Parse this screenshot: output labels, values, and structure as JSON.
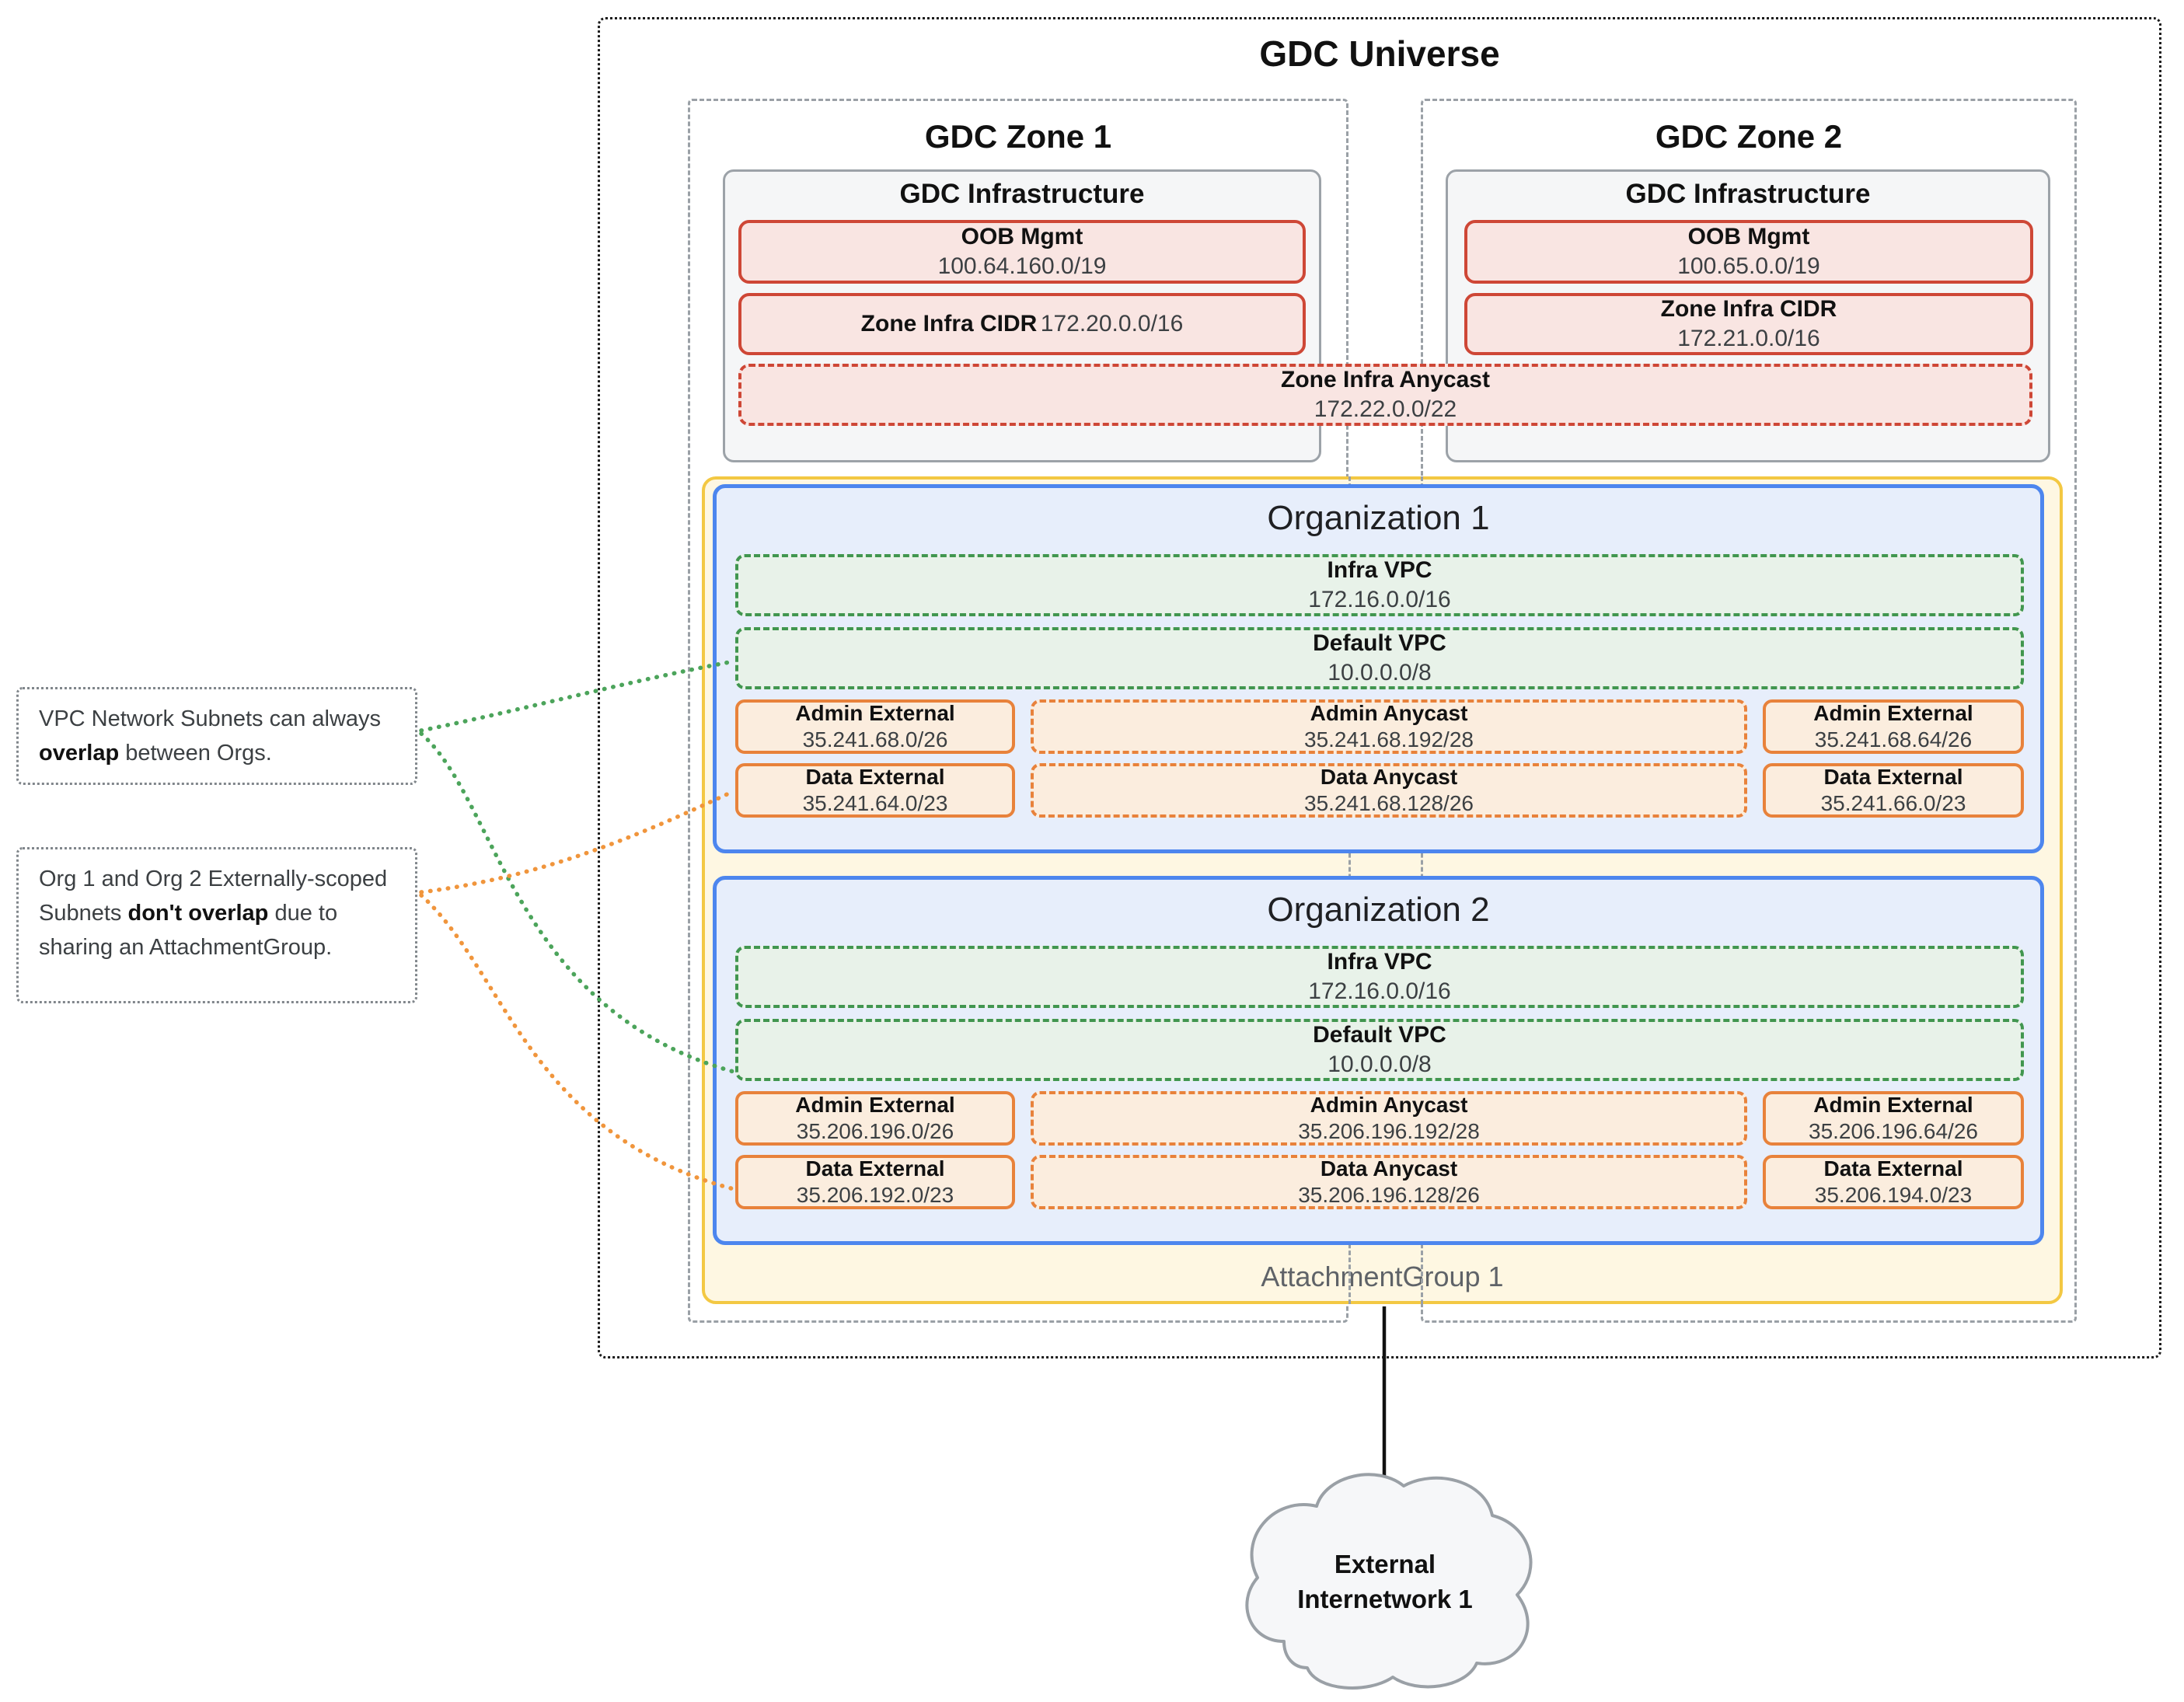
{
  "universe": {
    "title": "GDC Universe"
  },
  "zone1": {
    "title": "GDC Zone 1",
    "infra_title": "GDC Infrastructure",
    "oob_label": "OOB Mgmt",
    "oob_cidr": "100.64.160.0/19",
    "cidr_label": "Zone Infra CIDR",
    "cidr_value": "172.20.0.0/16"
  },
  "zone2": {
    "title": "GDC Zone 2",
    "infra_title": "GDC Infrastructure",
    "oob_label": "OOB Mgmt",
    "oob_cidr": "100.65.0.0/19",
    "cidr_label": "Zone Infra CIDR",
    "cidr_value": "172.21.0.0/16"
  },
  "zone_anycast": {
    "label": "Zone Infra Anycast",
    "cidr": "172.22.0.0/22"
  },
  "org1": {
    "title": "Organization 1",
    "infra_vpc_label": "Infra VPC",
    "infra_vpc_cidr": "172.16.0.0/16",
    "default_vpc_label": "Default VPC",
    "default_vpc_cidr": "10.0.0.0/8",
    "admin_ext_left_label": "Admin External",
    "admin_ext_left_cidr": "35.241.68.0/26",
    "admin_anycast_label": "Admin Anycast",
    "admin_anycast_cidr": "35.241.68.192/28",
    "admin_ext_right_label": "Admin External",
    "admin_ext_right_cidr": "35.241.68.64/26",
    "data_ext_left_label": "Data External",
    "data_ext_left_cidr": "35.241.64.0/23",
    "data_anycast_label": "Data Anycast",
    "data_anycast_cidr": "35.241.68.128/26",
    "data_ext_right_label": "Data External",
    "data_ext_right_cidr": "35.241.66.0/23"
  },
  "org2": {
    "title": "Organization 2",
    "infra_vpc_label": "Infra VPC",
    "infra_vpc_cidr": "172.16.0.0/16",
    "default_vpc_label": "Default VPC",
    "default_vpc_cidr": "10.0.0.0/8",
    "admin_ext_left_label": "Admin External",
    "admin_ext_left_cidr": "35.206.196.0/26",
    "admin_anycast_label": "Admin Anycast",
    "admin_anycast_cidr": "35.206.196.192/28",
    "admin_ext_right_label": "Admin External",
    "admin_ext_right_cidr": "35.206.196.64/26",
    "data_ext_left_label": "Data External",
    "data_ext_left_cidr": "35.206.192.0/23",
    "data_anycast_label": "Data Anycast",
    "data_anycast_cidr": "35.206.196.128/26",
    "data_ext_right_label": "Data External",
    "data_ext_right_cidr": "35.206.194.0/23"
  },
  "attachment_group": {
    "label": "AttachmentGroup 1"
  },
  "annotation_overlap": {
    "pre": "VPC Network Subnets can always ",
    "bold": "overlap",
    "post": " between Orgs."
  },
  "annotation_no_overlap": {
    "pre": "Org 1 and Org 2 Externally-scoped Subnets ",
    "bold": "don't overlap",
    "post": " due to sharing an AttachmentGroup."
  },
  "external_network": {
    "line1": "External",
    "line2": "Internetwork 1"
  },
  "colors": {
    "red_border": "#CE4736",
    "red_fill": "#F9E5E2",
    "green_border": "#41964F",
    "green_fill": "#E8F2E9",
    "orange_border": "#E8823B",
    "orange_fill": "#FBEDDE",
    "blue_border": "#4D86EE",
    "blue_fill": "#E7EEFB",
    "yellow_border": "#F3C843",
    "yellow_fill": "#FEF7E2",
    "gray_border": "#9AA0A6",
    "gray_fill": "#F5F6F7",
    "green_connector": "#4CA45B",
    "orange_connector": "#F0953C"
  }
}
